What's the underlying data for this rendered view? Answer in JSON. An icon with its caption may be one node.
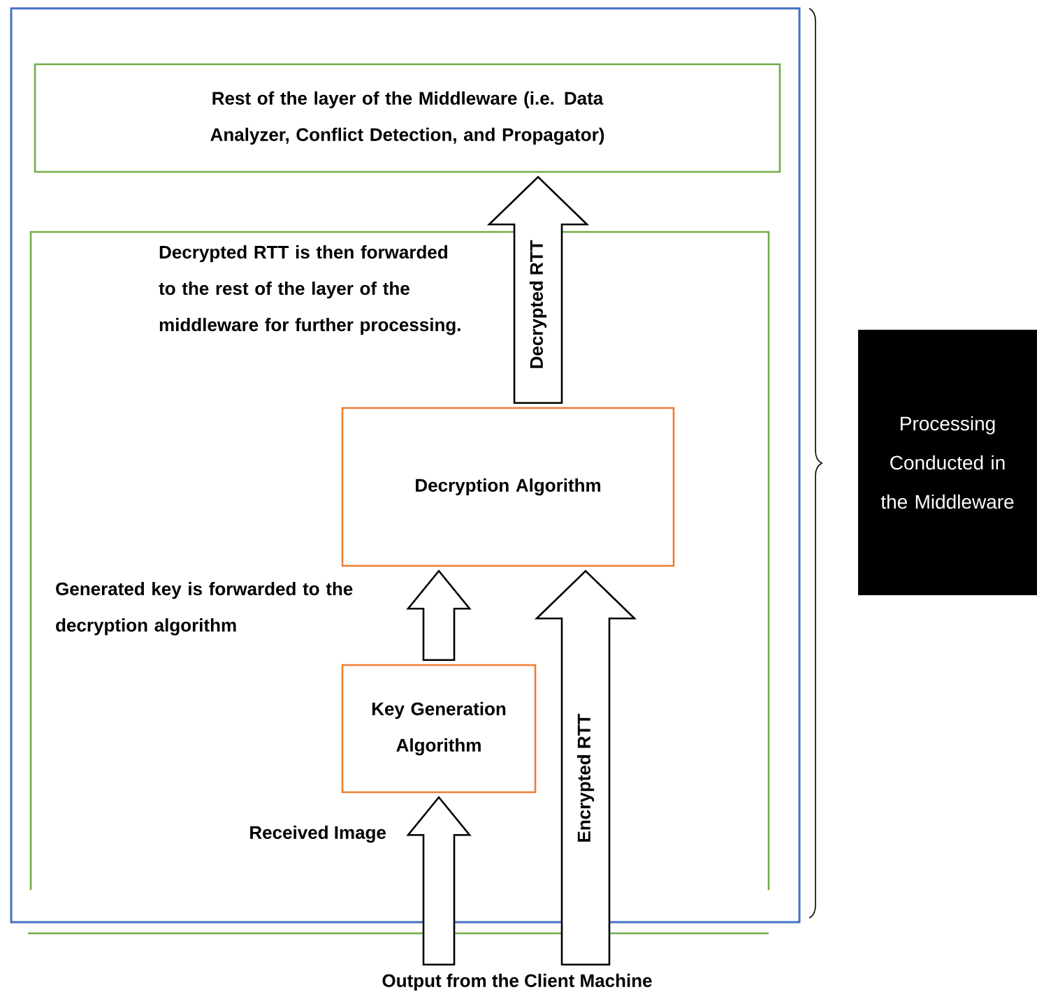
{
  "diagram": {
    "nodes": [
      {
        "text": [],
        "shape": "box"
      },
      {
        "text": [
          "Rest of the layer of the Middleware (i.e. Data Analyzer, Conflict Detection, and Propagator)"
        ],
        "in": 0
      },
      {
        "text": [],
        "shape": "box",
        "in": 0
      },
      {
        "text": [
          "Decryption Algorithm"
        ],
        "in": 2
      },
      {
        "text": [
          "Key Generation Algorithm"
        ],
        "in": 2
      },
      {
        "text": [
          "Output from the Client Machine"
        ]
      },
      {
        "text": [
          "Processing Conducted in the Middleware"
        ]
      }
    ],
    "edges": [
      {
        "from": 3,
        "to": 1,
        "arrow": "to",
        "label": "Decrypted RTT"
      },
      {
        "from": 4,
        "to": 3,
        "arrow": "to",
        "label": "Generated key is forwarded to the decryption algorithm"
      },
      {
        "from": 5,
        "to": 4,
        "arrow": "to",
        "label": "Received Image"
      },
      {
        "from": 5,
        "to": 3,
        "arrow": "to",
        "label": "Encrypted RTT"
      }
    ],
    "labels": [
      "Decrypted RTT is then forwarded to the rest of the layer of the middleware for further processing."
    ]
  }
}
